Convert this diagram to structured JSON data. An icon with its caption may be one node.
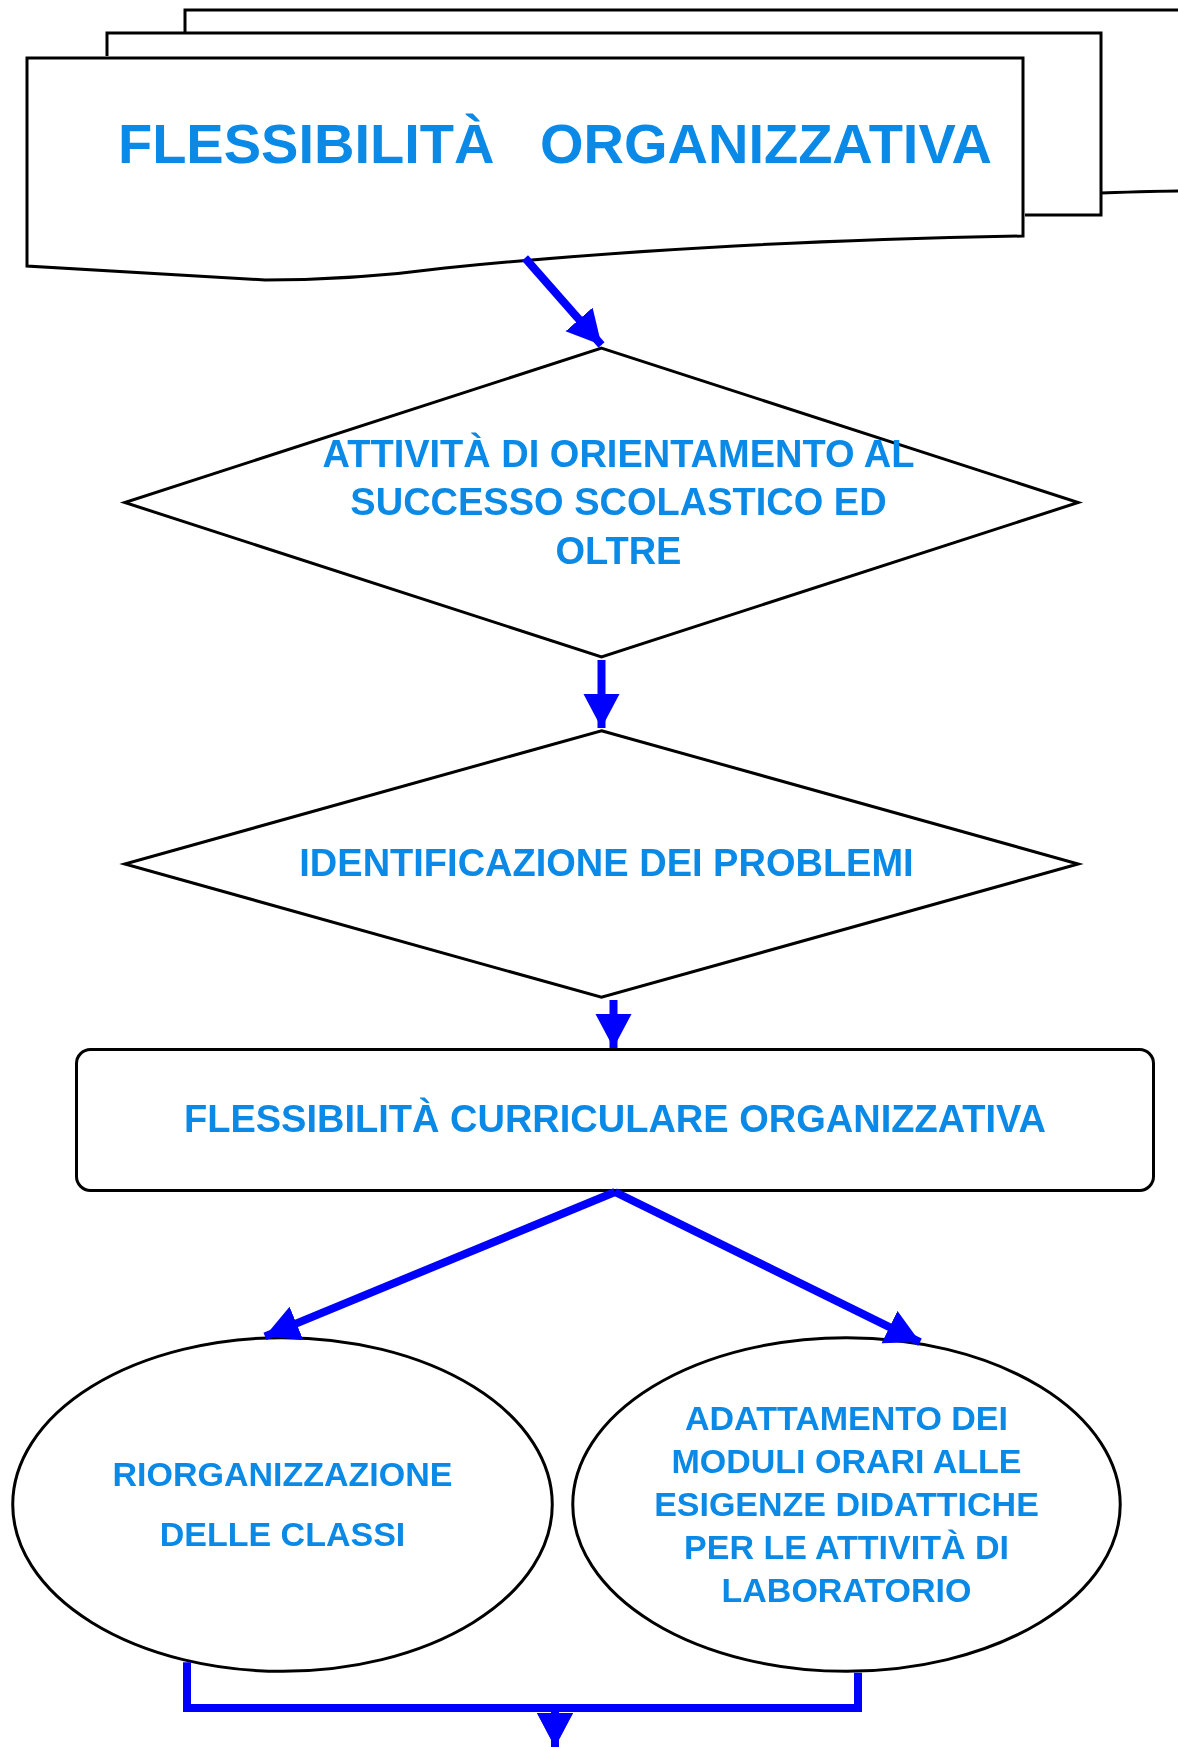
{
  "diagram": {
    "nodes": [
      {
        "text": [
          "FLESSIBILITÀ ORGANIZZATIVA"
        ]
      },
      {
        "text": [
          "ATTIVITÀ DI ORIENTAMENTO AL SUCCESSO SCOLASTICO ED OLTRE"
        ]
      },
      {
        "text": [
          "IDENTIFICAZIONE DEI PROBLEMI"
        ]
      },
      {
        "text": [
          "FLESSIBILITÀ CURRICULARE ORGANIZZATIVA"
        ]
      },
      {
        "text": [
          "RIORGANIZZAZIONE DELLE CLASSI"
        ]
      },
      {
        "text": [
          "ADATTAMENTO DEI MODULI ORARI ALLE ESIGENZE DIDATTICHE PER LE ATTIVITÀ DI LABORATORIO"
        ]
      }
    ],
    "edges": [
      {
        "from": 0,
        "to": 1,
        "arrow": "to"
      },
      {
        "from": 1,
        "to": 2,
        "arrow": "to"
      },
      {
        "from": 2,
        "to": 3,
        "arrow": "to"
      },
      {
        "from": 3,
        "to": 4,
        "arrow": "to"
      },
      {
        "from": 3,
        "to": 5,
        "arrow": "to"
      },
      {
        "from": 4,
        "to": null,
        "arrow": "to"
      },
      {
        "from": 5,
        "to": null,
        "arrow": "to"
      }
    ]
  }
}
